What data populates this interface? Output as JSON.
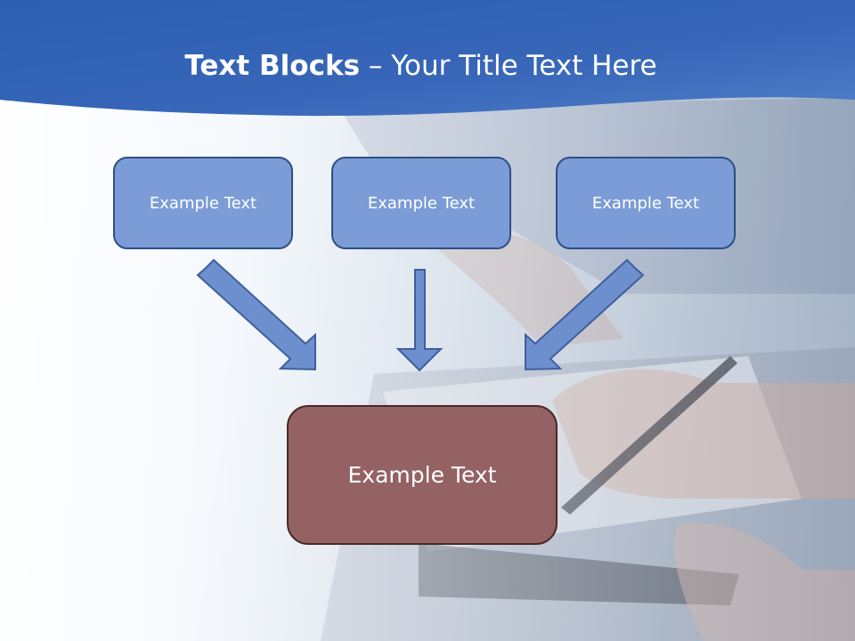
{
  "slide": {
    "title_bold": "Text Blocks",
    "title_dash": " – ",
    "title_rest": "Your Title Text Here"
  },
  "diagram": {
    "top_boxes": [
      {
        "label": "Example Text"
      },
      {
        "label": "Example Text"
      },
      {
        "label": "Example Text"
      }
    ],
    "center_box": {
      "label": "Example Text"
    }
  },
  "colors": {
    "header_blue": "#2f63b6",
    "box_fill": "#7b9cd6",
    "box_border": "#2e4f86",
    "center_fill": "#946262",
    "center_border": "#4a2a2a",
    "arrow_fill": "#6e8fcd"
  }
}
